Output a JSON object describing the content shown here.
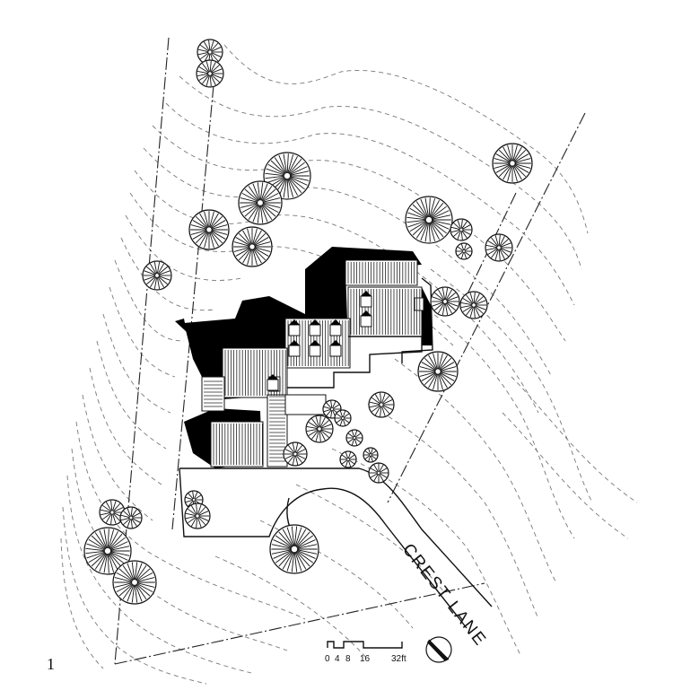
{
  "figure": {
    "number": "1"
  },
  "street": {
    "name": "CREST LANE"
  },
  "scale_bar": {
    "labels": [
      "0",
      "4",
      "8",
      "16",
      "32ft"
    ]
  },
  "north_arrow": {
    "icon": "north-arrow-icon"
  },
  "trees": {
    "icon": "tree-icon"
  }
}
